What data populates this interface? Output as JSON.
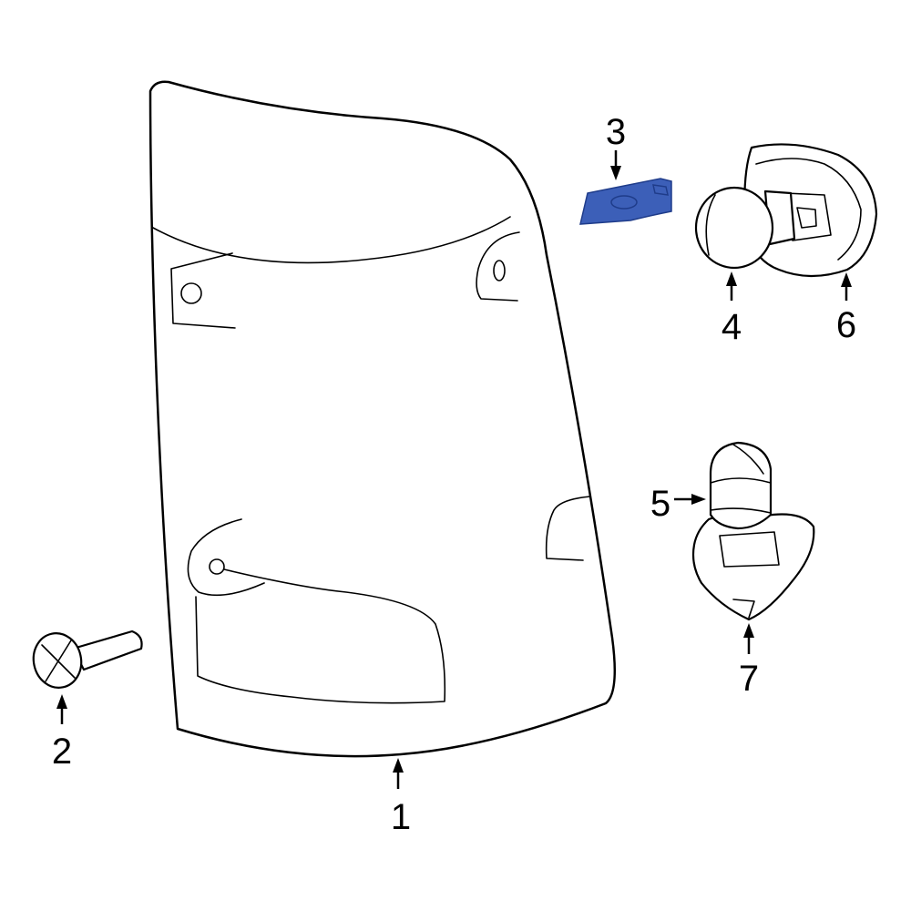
{
  "colors": {
    "highlight": "#3c5fb8",
    "highlight_stroke": "#1f3c8a",
    "line": "#000000",
    "background": "#ffffff"
  },
  "callouts": {
    "c1": "1",
    "c2": "2",
    "c3": "3",
    "c4": "4",
    "c5": "5",
    "c6": "6",
    "c7": "7"
  }
}
